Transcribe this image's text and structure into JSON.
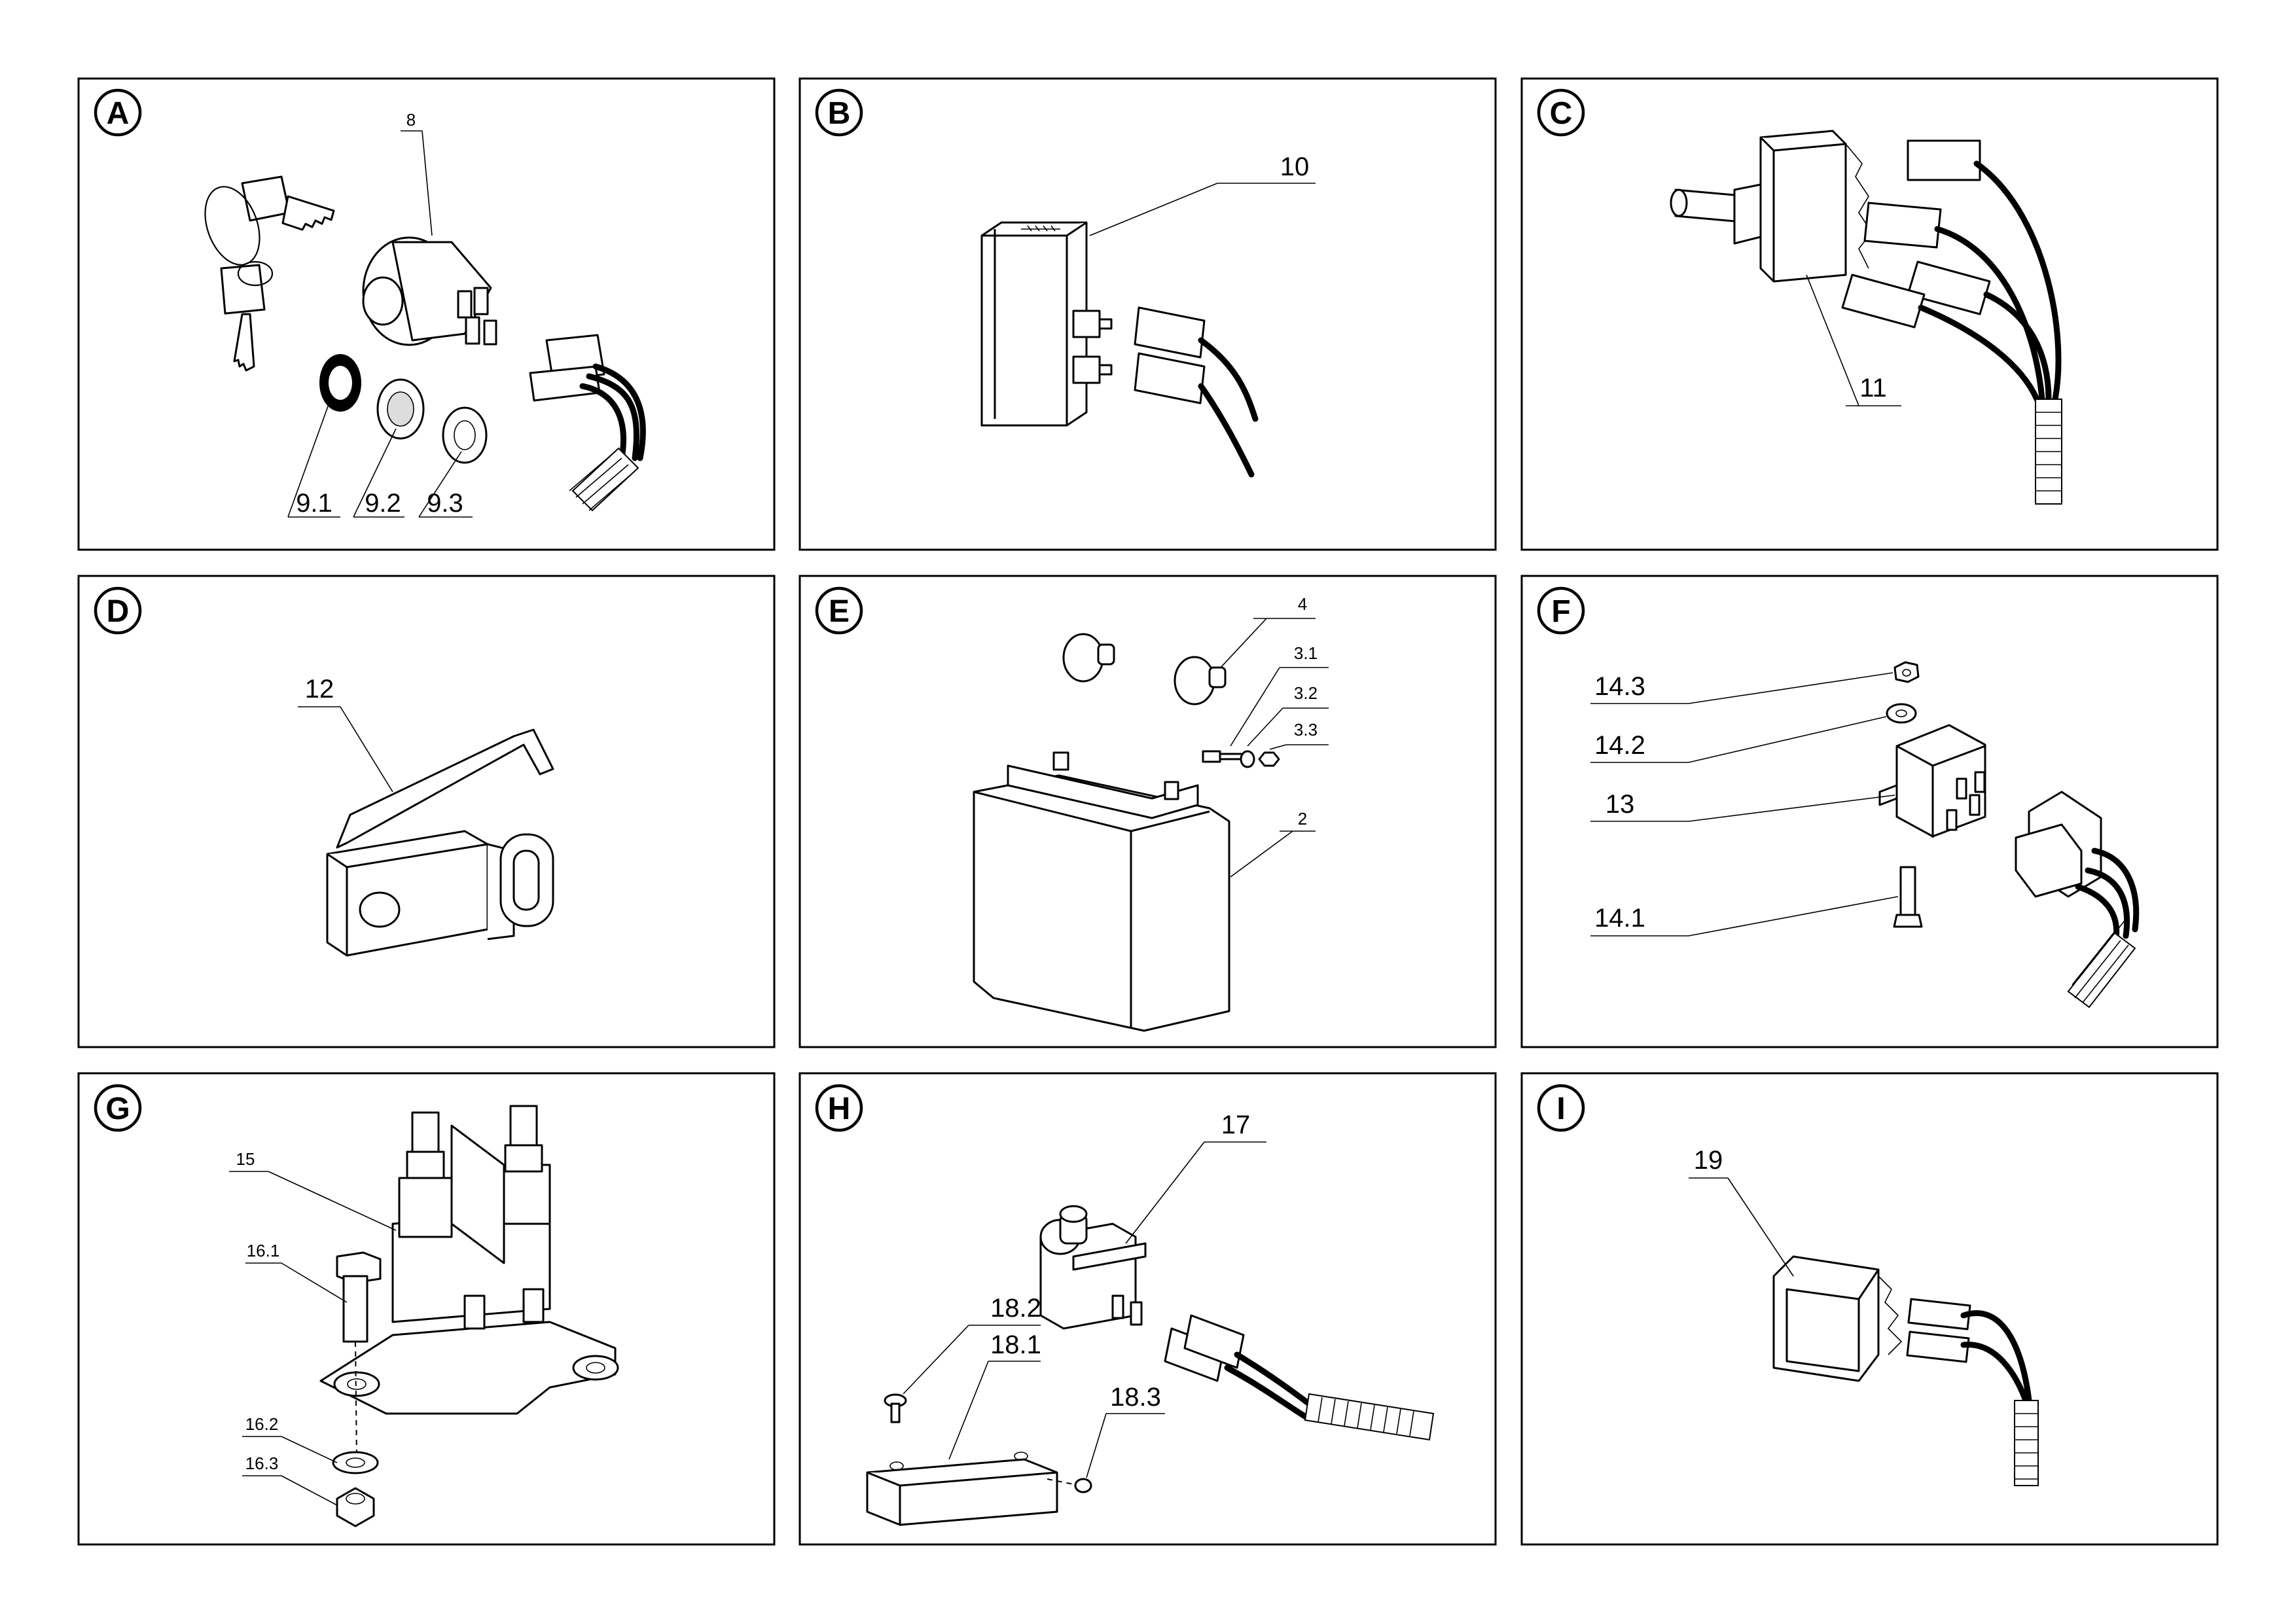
{
  "panels": {
    "A": {
      "letter": "A",
      "labels": {
        "key_switch": "8",
        "washer_rubber": "9.1",
        "washer_lock": "9.2",
        "washer_flat": "9.3"
      }
    },
    "B": {
      "letter": "B",
      "labels": {
        "switch": "10"
      }
    },
    "C": {
      "letter": "C",
      "labels": {
        "toggle_switch": "11"
      }
    },
    "D": {
      "letter": "D",
      "labels": {
        "microswitch": "12"
      }
    },
    "E": {
      "letter": "E",
      "labels": {
        "battery": "2",
        "bolt": "3.1",
        "washer": "3.2",
        "nut": "3.3",
        "terminal_cap": "4"
      }
    },
    "F": {
      "letter": "F",
      "labels": {
        "relay": "13",
        "bolt": "14.1",
        "washer": "14.2",
        "nut": "14.3"
      }
    },
    "G": {
      "letter": "G",
      "labels": {
        "solenoid": "15",
        "bolt": "16.1",
        "washer": "16.2",
        "nut": "16.3"
      }
    },
    "H": {
      "letter": "H",
      "labels": {
        "seat_switch": "17",
        "bracket": "18.1",
        "screw": "18.2",
        "nut": "18.3"
      }
    },
    "I": {
      "letter": "I",
      "labels": {
        "rocker_switch": "19"
      }
    }
  }
}
